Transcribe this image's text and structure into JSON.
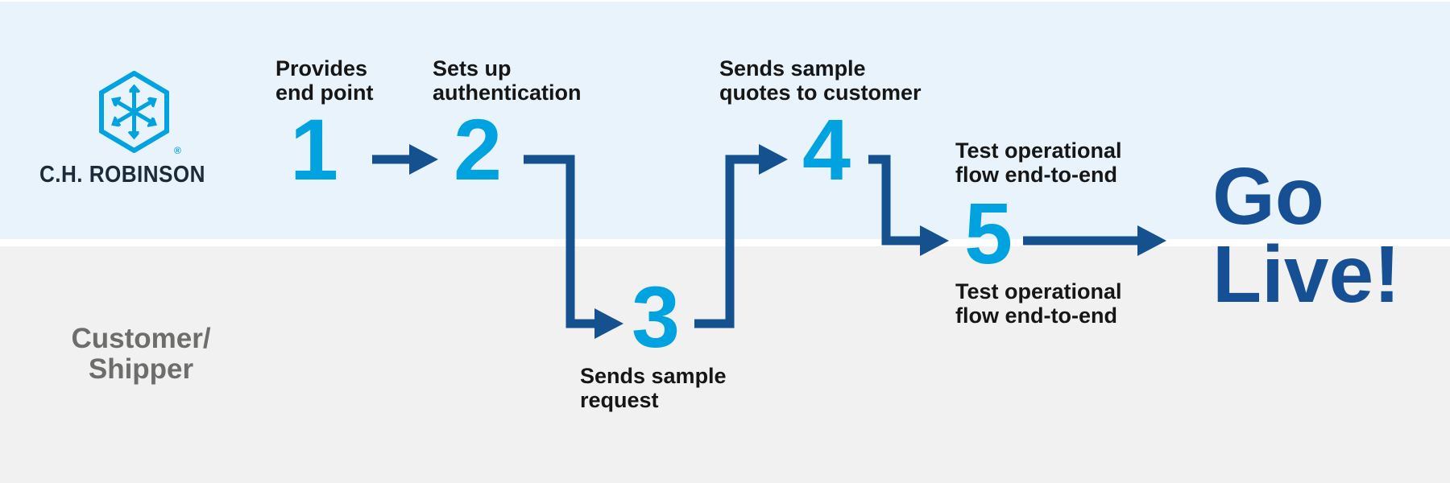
{
  "colors": {
    "cyan": "#00a3e0",
    "navy_arrow": "#15518e",
    "navy_golive": "#164f93",
    "lane_top_bg": "#e8f3fb",
    "lane_bottom_bg": "#f0f1f0",
    "wordmark_ink": "#1b2b3a",
    "label_ink": "#161616",
    "customer_ink": "#6d6e6c"
  },
  "lanes": {
    "top": {
      "logo_wordmark": "C.H. ROBINSON",
      "registered_mark": "®"
    },
    "bottom": {
      "label": "Customer/\nShipper"
    }
  },
  "steps": [
    {
      "number": "1",
      "label": "Provides\nend point"
    },
    {
      "number": "2",
      "label": "Sets up\nauthentication"
    },
    {
      "number": "3",
      "label": "Sends sample\nrequest"
    },
    {
      "number": "4",
      "label": "Sends sample\nquotes to customer"
    },
    {
      "number": "5",
      "label_top": "Test operational\nflow end-to-end",
      "label_bottom": "Test operational\nflow end-to-end"
    }
  ],
  "outcome": {
    "label": "Go\nLive!"
  },
  "icons": {
    "logo_icon": "ch-robinson-hexagon-arrows-icon"
  }
}
